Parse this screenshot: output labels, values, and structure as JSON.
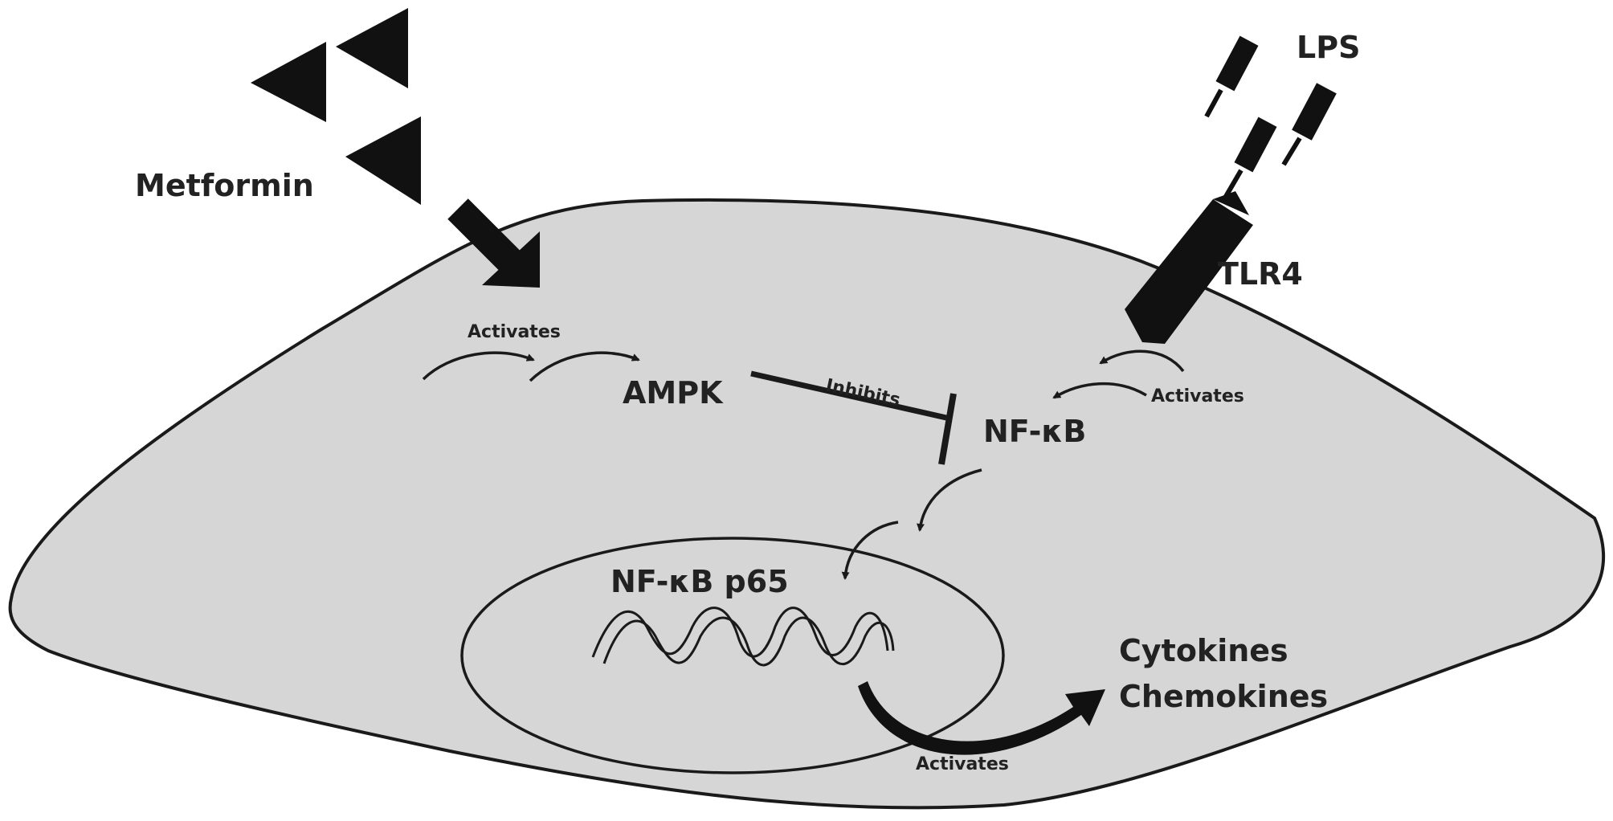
{
  "colors": {
    "cell_fill": "#d6d6d6",
    "outline": "#1a1a1a",
    "text": "#222222",
    "background": "#ffffff"
  },
  "labels": {
    "metformin": "Metformin",
    "lps": "LPS",
    "tlr4": "TLR4",
    "ampk": "AMPK",
    "nfkb": "NF-κB",
    "nfkb_p65": "NF-κB p65",
    "cytokines": "Cytokines",
    "chemokines": "Chemokines",
    "activates_metformin": "Activates",
    "activates_tlr4": "Activates",
    "activates_nucleus": "Activates",
    "inhibits": "Inhibits"
  },
  "icons": {
    "metformin_molecules": "triangle-icon",
    "lps_molecules": "lps-chain-icon",
    "dna": "dna-helix-icon"
  }
}
